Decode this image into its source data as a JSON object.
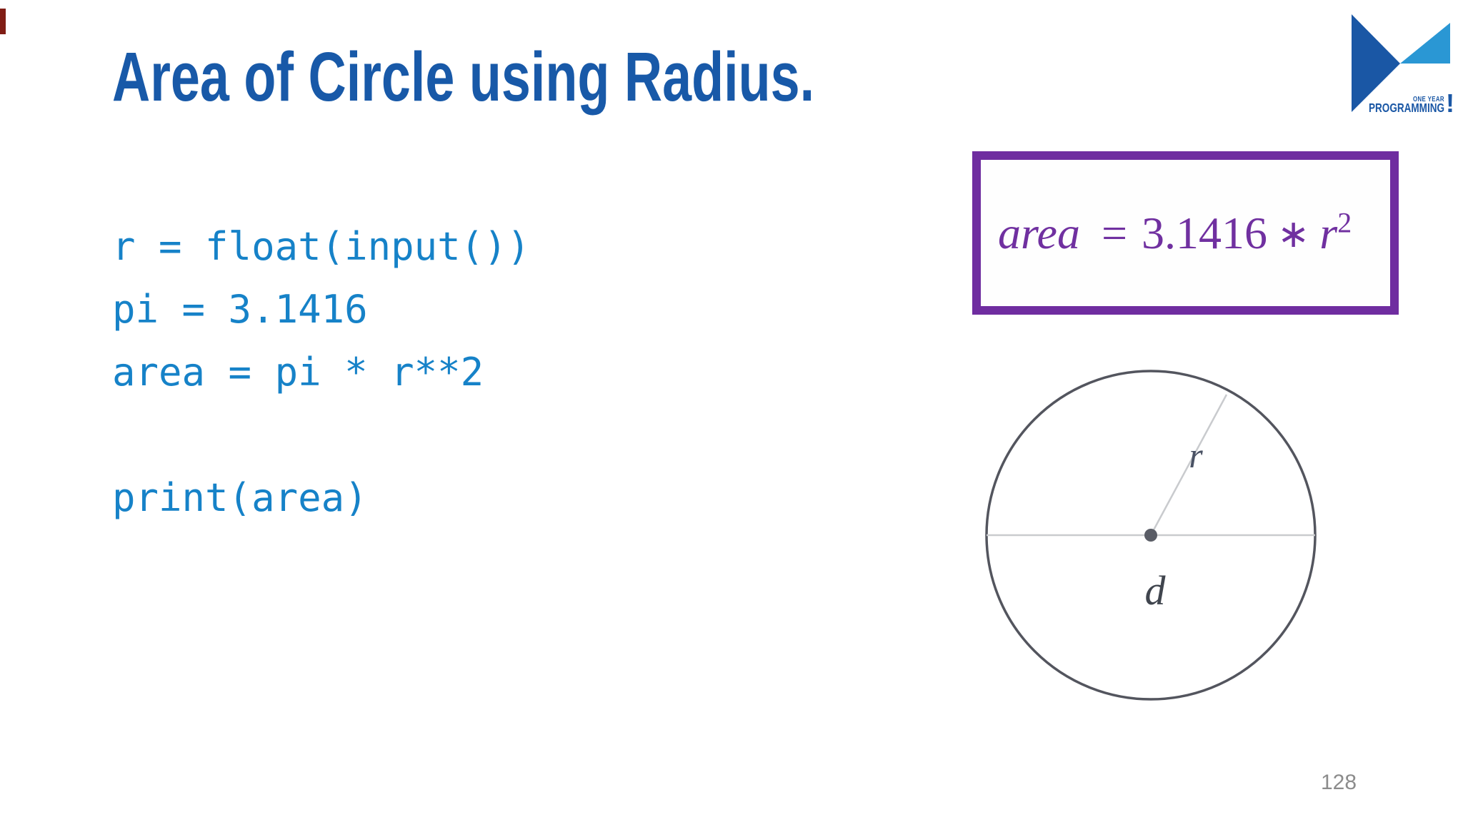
{
  "slide": {
    "title": "Area of Circle using Radius.",
    "page_number": "128"
  },
  "code": {
    "lines": [
      "r = float(input())",
      "pi = 3.1416",
      "area = pi * r**2",
      "",
      "print(area)"
    ]
  },
  "formula": {
    "lhs": "area",
    "equals": "=",
    "coefficient": "3.1416",
    "operator": "∗",
    "variable": "r",
    "exponent": "2"
  },
  "diagram": {
    "radius_label": "r",
    "diameter_label": "d"
  },
  "logo": {
    "top_line": "ONE YEAR",
    "bottom_line": "PROGRAMMING",
    "exclamation": "!"
  },
  "colors": {
    "title_blue": "#1859A8",
    "code_blue": "#1682C8",
    "formula_purple": "#7030A0",
    "box_border_purple": "#6F2DA0",
    "circle_stroke": "#53555E",
    "guide_line_gray": "#C9CBCE",
    "center_dot_gray": "#5A5D66",
    "logo_dark_blue": "#1A57A5",
    "logo_light_blue": "#2A97D4",
    "page_number_gray": "#8C8C8C"
  }
}
